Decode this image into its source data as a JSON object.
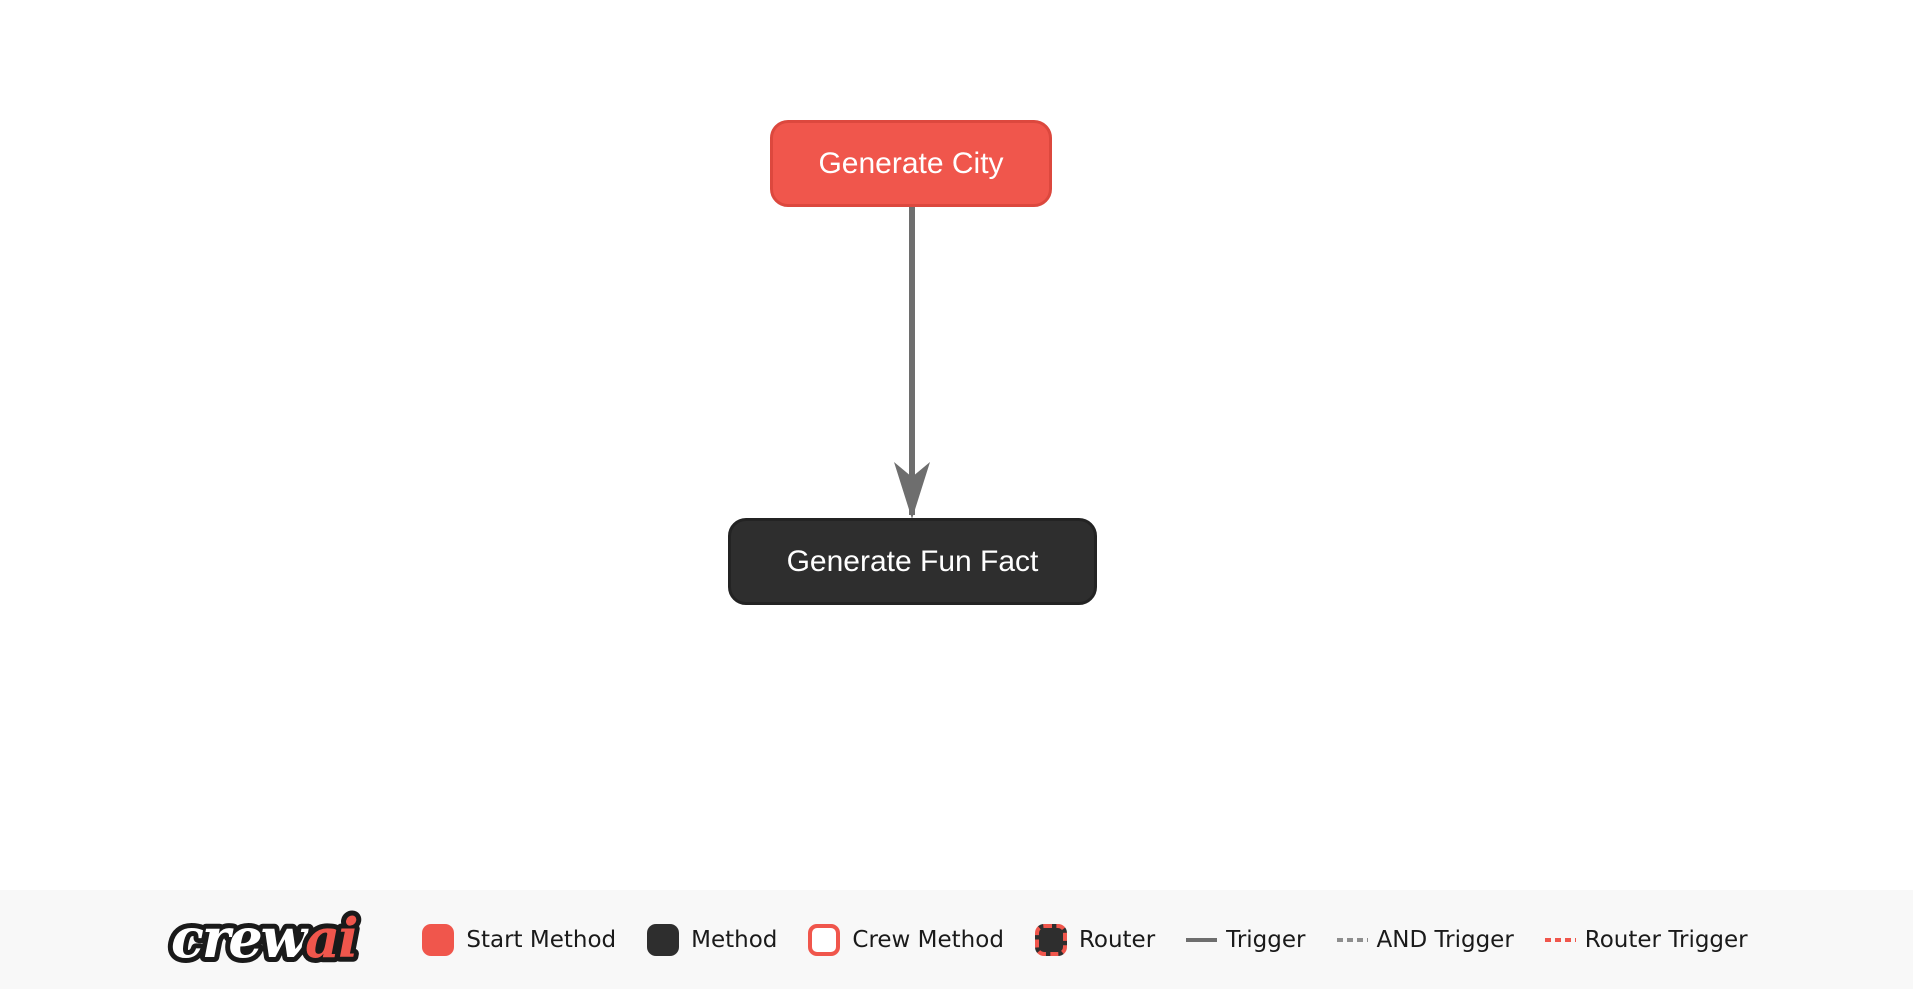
{
  "flow": {
    "nodes": [
      {
        "id": "generate_city",
        "label": "Generate City",
        "type": "start-method"
      },
      {
        "id": "generate_fun_fact",
        "label": "Generate Fun Fact",
        "type": "method"
      }
    ],
    "edges": [
      {
        "from": "generate_city",
        "to": "generate_fun_fact",
        "type": "trigger"
      }
    ]
  },
  "legend": {
    "logo": {
      "text_primary": "crew",
      "text_accent": "ai"
    },
    "items": [
      {
        "label": "Start Method",
        "swatch": "start-method-box"
      },
      {
        "label": "Method",
        "swatch": "method-box"
      },
      {
        "label": "Crew Method",
        "swatch": "crew-method-box"
      },
      {
        "label": "Router",
        "swatch": "router-box"
      },
      {
        "label": "Trigger",
        "swatch": "trigger-line"
      },
      {
        "label": "AND Trigger",
        "swatch": "and-trigger-line"
      },
      {
        "label": "Router Trigger",
        "swatch": "router-trigger-line"
      }
    ]
  },
  "colors": {
    "accent_red": "#F0564C",
    "node_dark": "#2E2E2E",
    "edge_gray": "#6E6E6E",
    "and_trigger_gray": "#8E8E8E",
    "legend_background": "#F8F8F8",
    "legend_text": "#1A1A1A"
  }
}
